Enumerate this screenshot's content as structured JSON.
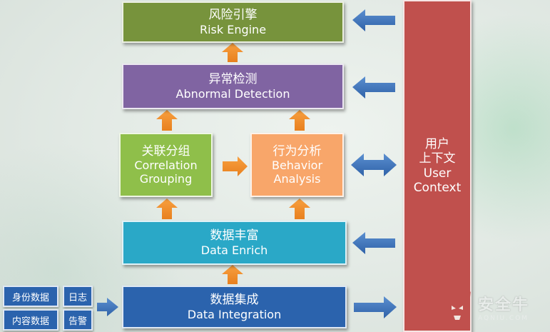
{
  "blocks": {
    "risk_engine": {
      "zh": "风险引擎",
      "en": "Risk Engine"
    },
    "abnormal_detection": {
      "zh": "异常检测",
      "en": "Abnormal Detection"
    },
    "correlation_grouping": {
      "zh": "关联分组",
      "en1": "Correlation",
      "en2": "Grouping"
    },
    "behavior_analysis": {
      "zh": "行为分析",
      "en1": "Behavior",
      "en2": "Analysis"
    },
    "data_enrich": {
      "zh": "数据丰富",
      "en": "Data Enrich"
    },
    "data_integration": {
      "zh": "数据集成",
      "en": "Data Integration"
    },
    "user_context": {
      "zh1": "用户",
      "zh2": "上下文",
      "en1": "User",
      "en2": "Context"
    }
  },
  "sources": {
    "identity_data": "身份数据",
    "content_data": "内容数据",
    "log": "日志",
    "alert": "告警"
  },
  "watermark": {
    "zh": "安全牛",
    "en": "AQNIU.COM"
  },
  "colors": {
    "risk_engine": "#77933c",
    "abnormal_detection": "#8064a2",
    "correlation_grouping": "#8fbf4a",
    "behavior_analysis": "#f8a66a",
    "data_enrich": "#2aa8c7",
    "data_integration": "#2b63ad",
    "user_context": "#c0504d",
    "orange_arrow": "#f5902a",
    "blue_arrow": "#3d72b8"
  }
}
